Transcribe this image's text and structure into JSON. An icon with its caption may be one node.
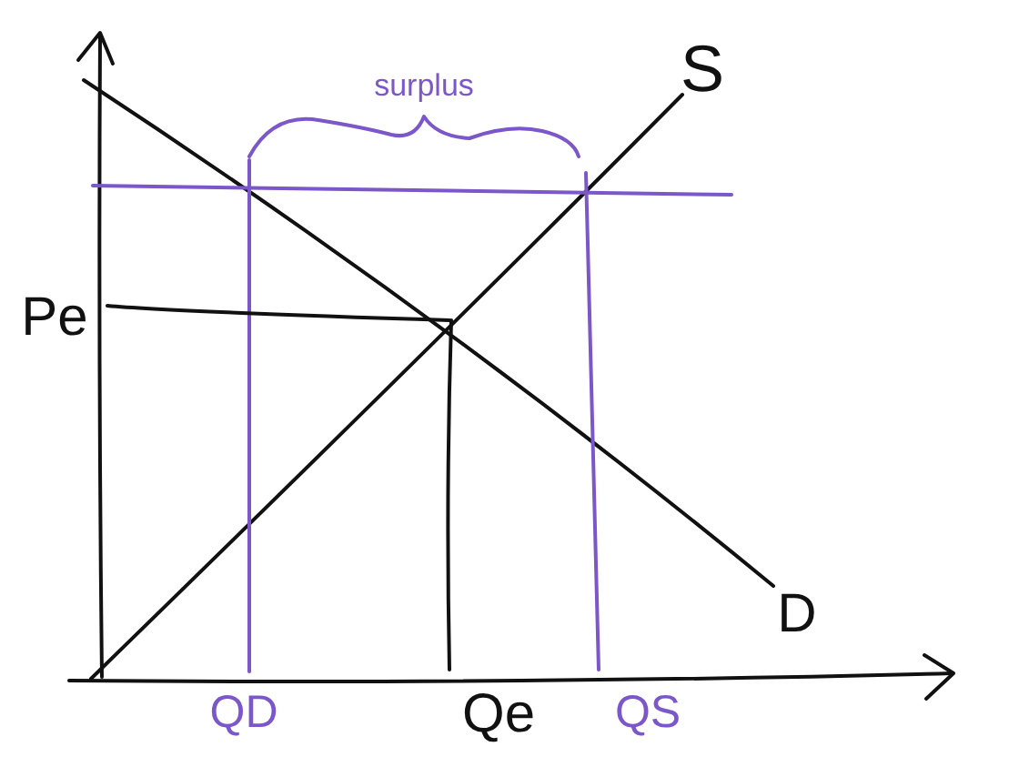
{
  "diagram": {
    "labels": [
      "surplus",
      "S",
      "Pe",
      "D",
      "QD",
      "Qe",
      "QS"
    ]
  }
}
